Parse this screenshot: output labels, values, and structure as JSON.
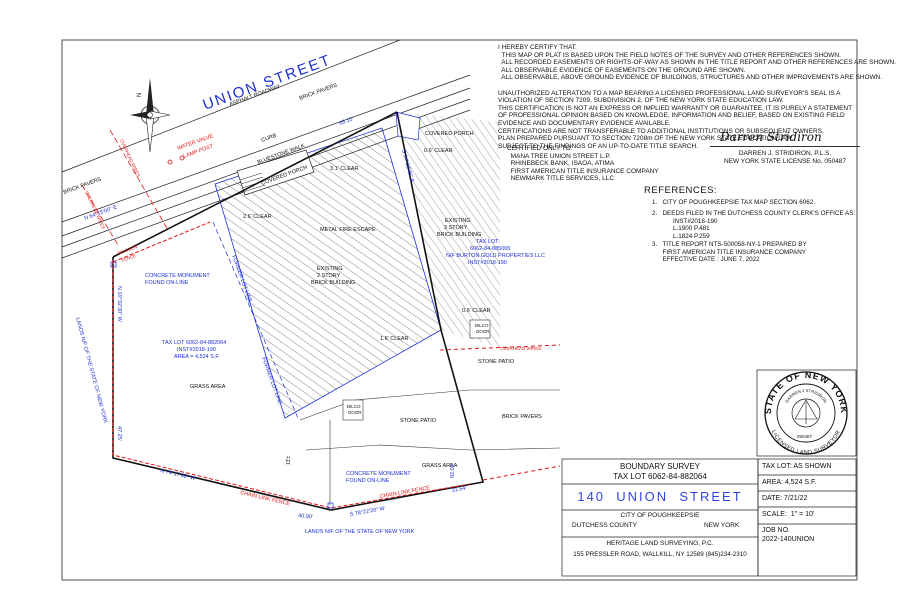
{
  "street_label": "UNION STREET",
  "plan_labels": {
    "asphalt": "ASPHALT ROADWAY",
    "brick_pavers_top": "BRICK PAVERS",
    "brick_pavers_left": "BRICK PAVERS",
    "curb": "CURB",
    "bluestone": "BLUESTONE WALK",
    "water_valve": "WATER VALVE",
    "lamp_post": "LAMP POST",
    "overhead_wires_1": "OVERHEAD WIRES",
    "overhead_wires_2": "OVERHEAD WIRES",
    "overhead_wires_3": "OVERHEAD WIRES",
    "covered_porch_1": "COVERED PORCH",
    "covered_porch_2": "COVERED PORCH",
    "clear_06_top": "0.6' CLEAR",
    "clear_31": "3.1' CLEAR",
    "clear_26": "2.6' CLEAR",
    "clear_06_right": "0.6' CLEAR",
    "clear_16": "1.6' CLEAR",
    "metal_fire_escape": "METAL FIRE ESCAPE",
    "existing_building_1": "EXISTING\n2 STORY\nBRICK BUILDING",
    "existing_building_2": "EXISTING\n3 STORY\nBRICK BUILDING",
    "wooden_fence": "WOODEN\nFENCE",
    "monument_top": "CONCRETE MONUMENT\nFOUND ON-LINE",
    "monument_bottom": "CONCRETE MONUMENT\nFOUND ON-LINE",
    "former_lot_line_1": "FORMER LOT LINE",
    "former_lot_line_2": "FORMER LOT LINE",
    "tax_lot_main": "TAX LOT 6062-84-882064\nINST#2018-190\nAREA = 4,524 S.F.",
    "tax_lot_adj": "TAX LOT\n6062-84-885065\nN/F BURTON GOLD PROPERTIES LLC\nINST#2018-190",
    "grass_area_1": "GRASS AREA",
    "grass_area_2": "GRASS AREA",
    "stone_patio_1": "STONE PATIO",
    "stone_patio_2": "STONE PATIO",
    "brick_pavers_right": "BRICK PAVERS",
    "bilco_door_1": "BILCO\nDOOR",
    "bilco_door_2": "BILCO\nDOOR",
    "chain_link_1": "CHAIN LINK FENCE",
    "chain_link_2": "CHAIN LINK FENCE",
    "lands_left": "LANDS N/F OF THE STATE OF NEW YORK",
    "lands_bottom": "LANDS N/F OF THE STATE OF NEW YORK",
    "bearing_top": "N 64°15'00\" E",
    "bearing_right": "S 14°18'45\" E",
    "bearing_left": "N 10°32'30\" W",
    "bearing_bl": "N 74°17'00\" W",
    "bearing_bottom": "S 78°22'20\" W",
    "dist_top": "65.10'",
    "dist_right": "82.00'",
    "dist_left": "47.25'",
    "dist_bottom1": "40.90'",
    "dist_bottom2": "31.54'",
    "dim_13": "13'±"
  },
  "certify_notes": "I HEREBY CERTIFY THAT:\n  THIS MAP OR PLAT IS BASED UPON THE FIELD NOTES OF THE SURVEY AND OTHER REFERENCES SHOWN.\n  ALL RECORDED EASEMENTS OR RIGHTS-OF-WAY AS SHOWN IN THE TITLE REPORT AND OTHER REFERENCES ARE SHOWN.\n  ALL OBSERVABLE EVIDENCE OF EASEMENTS ON THE GROUND ARE SHOWN.\n  ALL OBSERVABLE, ABOVE GROUND EVIDENCE OF BUILDINGS, STRUCTURES AND OTHER IMPROVEMENTS ARE SHOWN.\n\nUNAUTHORIZED ALTERATION TO A MAP BEARING A LICENSED PROFESSIONAL LAND SURVEYOR'S SEAL IS A\nVIOLATION OF SECTION 7209, SUBDIVISION 2, OF THE NEW YORK STATE EDUCATION LAW.\nTHIS CERTIFICATION IS NOT AN EXPRESS OR IMPLIED WARRANTY OR GUARANTEE, IT IS PURELY A STATEMENT\nOF PROFESSIONAL OPINION BASED ON KNOWLEDGE, INFORMATION AND BELIEF, BASED ON EXISTING FIELD\nEVIDENCE AND DOCUMENTARY EVIDENCE AVAILABLE.\nCERTIFICATIONS ARE NOT TRANSFERABLE TO ADDITIONAL INSTITUTIONS OR SUBSEQUENT OWNERS.\nPLAN PREPARED PURSUANT TO SECTION 7208m OF THE NEW YORK STATE EDUCATION LAW.\nSUBJECT TO THE FINDINGS OF AN UP-TO-DATE TITLE SEARCH.",
  "certified_only_to": "CERTIFIED ONLY TO:\n  MANA TREE UNION STREET L.P.\n  RHINEBECK BANK, ISAOA, ATIMA\n  FIRST AMERICAN TITLE INSURANCE COMPANY\n  NEWMARK TITLE SERVICES, LLC",
  "signature": "Darren Stridiron",
  "surveyor": "DARREN J. STRIDIRON, P.L.S.\nNEW YORK STATE LICENSE No. 050487",
  "references": {
    "heading": "REFERENCES:",
    "r1": "1.   CITY OF POUGHKEEPSIE TAX MAP SECTION 6062.",
    "r2": "2.   DEEDS FILED IN THE DUTCHESS COUNTY CLERK'S OFFICE AS:\n            INST#2018-190\n            L.1900 P.481\n            L.1824 P.259",
    "r3": "3.   TITLE REPORT NTS-500058-NY-1 PREPARED BY\n      FIRST AMERICAN TITLE INSURANCE COMPANY\n      EFFECTIVE DATE : JUNE 7, 2022"
  },
  "seal": {
    "outer": "STATE OF NEW YORK",
    "bottom": "LICENSED LAND SURVEYOR",
    "inner": "DARREN J STRIDIRON",
    "number": "050487"
  },
  "title_block": {
    "title1": "BOUNDARY SURVEY",
    "title2": "TAX LOT 6062-84-882064",
    "address": "140  UNION  STREET",
    "city": "CITY OF POUGHKEEPSIE",
    "county": "DUTCHESS COUNTY",
    "state": "NEW YORK",
    "firm": "HERITAGE LAND SURVEYING, P.C.",
    "firm_address": "155 PRESSLER ROAD, WALLKILL, NY 12589 (845)234-2310",
    "tax_lot": "TAX LOT: AS SHOWN",
    "area": "AREA: 4,524 S.F.",
    "date": "DATE: 7/21/22",
    "scale": "SCALE:  1\" = 10'",
    "job_label": "JOB NO.",
    "job_no": "2022-140UNION"
  },
  "colors": {
    "ink": "#111111",
    "blue": "#1d2fd6",
    "red": "#e01818",
    "address_blue": "#3345e0"
  }
}
